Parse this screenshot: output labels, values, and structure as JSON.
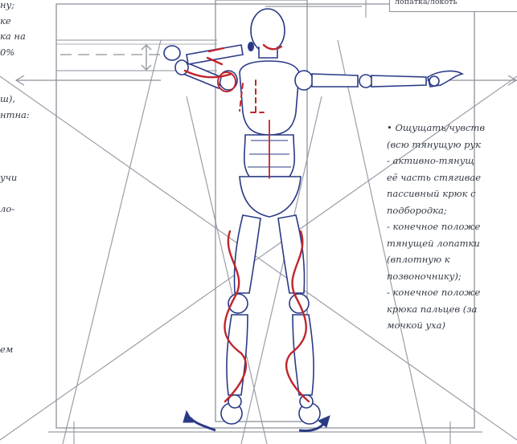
{
  "left_annotation": {
    "lines": [
      "ну;",
      "ке",
      "ка на",
      "0%",
      "",
      "",
      "ш),",
      "нтна:",
      "",
      "",
      "",
      "учи",
      "",
      "ло-",
      "",
      "",
      "",
      "",
      "",
      "",
      "",
      "",
      "ем"
    ]
  },
  "right_annotation": {
    "lines": [
      "• Ощущать/чувств",
      "(всю тянущую рук",
      "- активно-тянущ",
      "её часть стягивае",
      "пассивный крюк с",
      "подбородка;",
      "- конечное положе",
      "тянущей лопатки",
      "(вплотную к",
      "позвоночнику);",
      "- конечное положе",
      "крюка пальцев (за",
      "мочкой уха)"
    ]
  },
  "top_label": "лопатка/локоть",
  "colors": {
    "outline": "#2a3a86",
    "accent": "#c0262d",
    "guide": "#9a9ea8",
    "text": "#333a45"
  },
  "figure": {
    "arrows": [
      "left-direction-arrow",
      "right-direction-arrow",
      "vertical-double-arrow",
      "left-foot-rotation-arrow",
      "right-foot-rotation-arrow"
    ]
  }
}
